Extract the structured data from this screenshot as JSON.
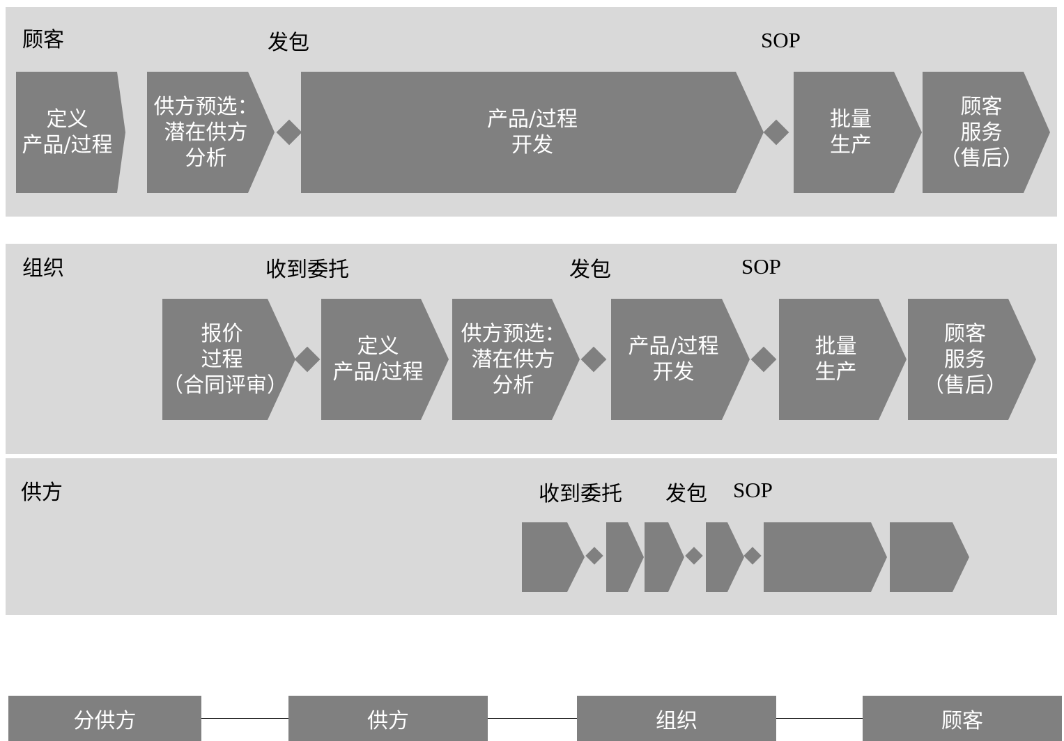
{
  "lanes": {
    "customer": {
      "label": "顾客",
      "milestones": [
        "发包",
        "SOP"
      ],
      "steps": [
        "定义\n产品/过程",
        "供方预选：\n潜在供方\n分析",
        "产品/过程\n开发",
        "批量\n生产",
        "顾客\n服务\n（售后）"
      ]
    },
    "organization": {
      "label": "组织",
      "milestones": [
        "收到委托",
        "发包",
        "SOP"
      ],
      "steps": [
        "报价\n过程\n（合同评审）",
        "定义\n产品/过程",
        "供方预选：\n潜在供方\n分析",
        "产品/过程\n开发",
        "批量\n生产",
        "顾客\n服务\n（售后）"
      ]
    },
    "supplier": {
      "label": "供方",
      "milestones": [
        "收到委托",
        "发包",
        "SOP"
      ]
    }
  },
  "chain": [
    "分供方",
    "供方",
    "组织",
    "顾客"
  ]
}
